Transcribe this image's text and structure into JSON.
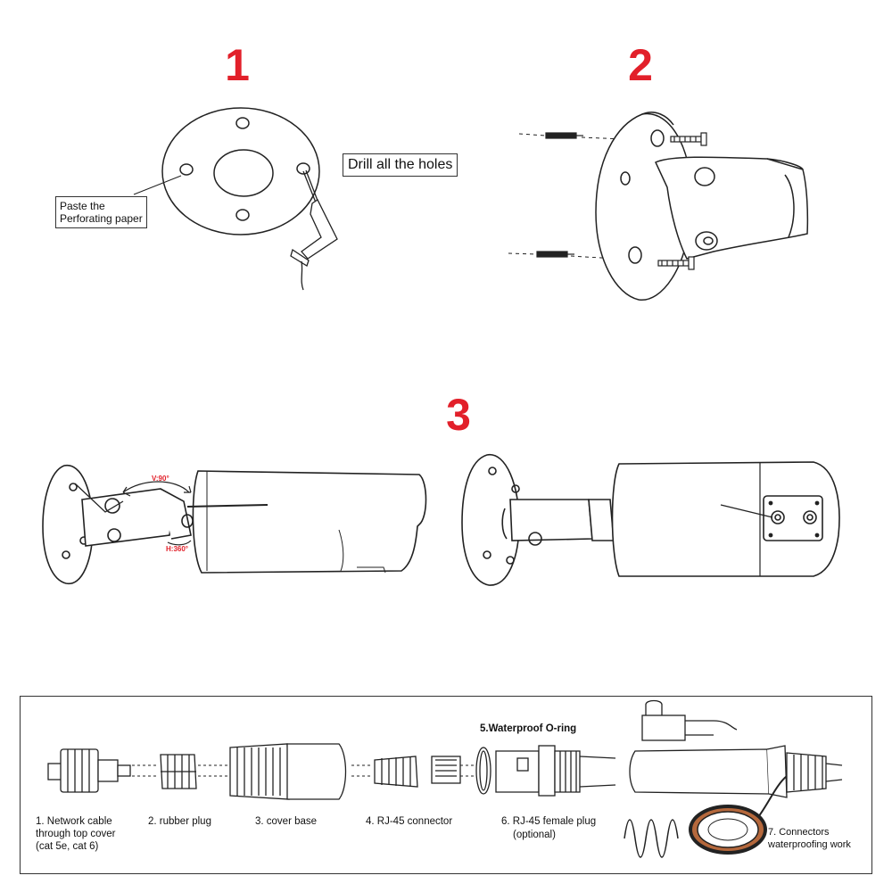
{
  "colors": {
    "accent_red": "#e2202a",
    "line": "#222222",
    "copper": "#b5683c"
  },
  "steps": {
    "step1": {
      "number": "1",
      "label_paste": [
        "Paste the",
        "Perforating paper"
      ],
      "label_drill": "Drill all the holes"
    },
    "step2": {
      "number": "2"
    },
    "step3": {
      "number": "3",
      "angle_vertical": "V:90°",
      "angle_horizontal": "H:360°"
    }
  },
  "waterproof": {
    "oring_title": "5.Waterproof O-ring",
    "items": [
      {
        "lines": [
          "1. Network cable",
          "through top cover",
          "(cat 5e, cat 6)"
        ]
      },
      {
        "lines": [
          "2. rubber plug"
        ]
      },
      {
        "lines": [
          "3. cover base"
        ]
      },
      {
        "lines": [
          "4. RJ-45 connector"
        ]
      },
      {
        "lines": [
          "6. RJ-45 female plug",
          "(optional)"
        ]
      },
      {
        "lines": [
          "7. Connectors",
          "waterproofing work"
        ]
      }
    ]
  }
}
